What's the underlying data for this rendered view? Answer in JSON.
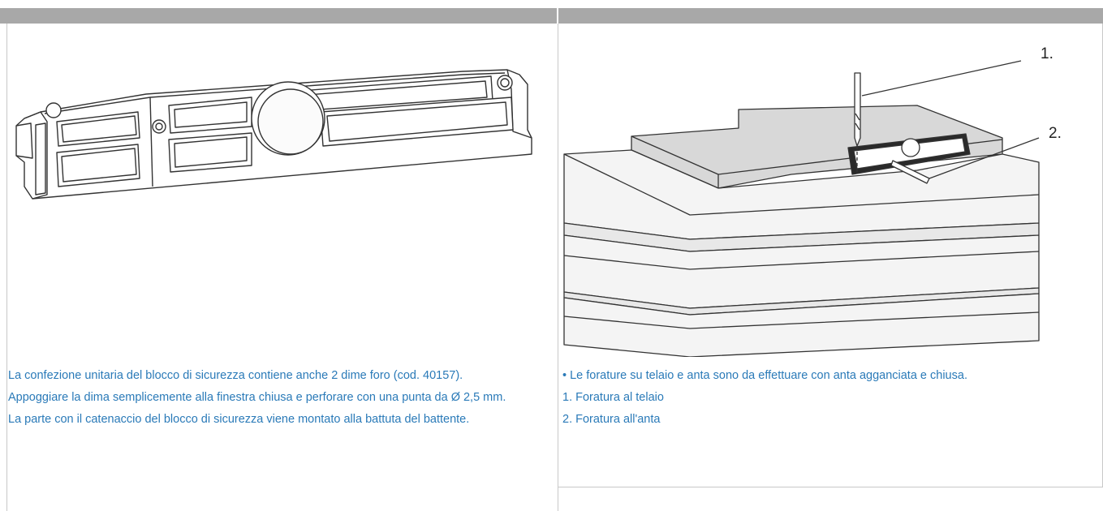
{
  "left": {
    "paragraphs": [
      "La confezione unitaria del blocco di sicurezza contiene anche 2 dime foro (cod. 40157).",
      "Appoggiare la dima semplicemente alla finestra chiusa e perforare con una punta da Ø 2,5 mm.",
      "La parte con il catenaccio del blocco di sicurezza viene montato alla battuta del battente."
    ]
  },
  "right": {
    "callouts": [
      "1.",
      "2."
    ],
    "paragraphs": [
      "• Le forature su telaio e anta sono da effettuare con anta agganciata e chiusa.",
      "1. Foratura al telaio",
      "2. Foratura all'anta"
    ]
  }
}
